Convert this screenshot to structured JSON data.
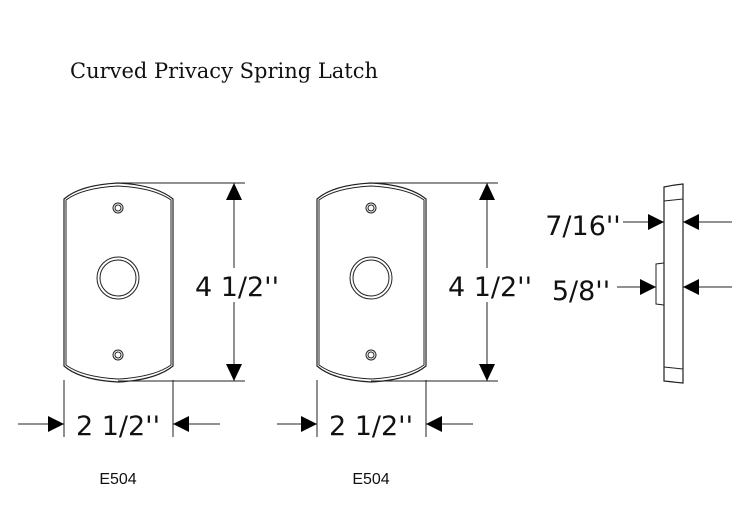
{
  "title": "Curved Privacy Spring Latch",
  "views": [
    {
      "height_label": "4 1/2''",
      "width_label": "2 1/2''",
      "model": "E504"
    },
    {
      "height_label": "4 1/2''",
      "width_label": "2 1/2''",
      "model": "E504"
    }
  ],
  "side_view": {
    "thickness_label": "7/16''",
    "projection_label": "5/8''"
  }
}
